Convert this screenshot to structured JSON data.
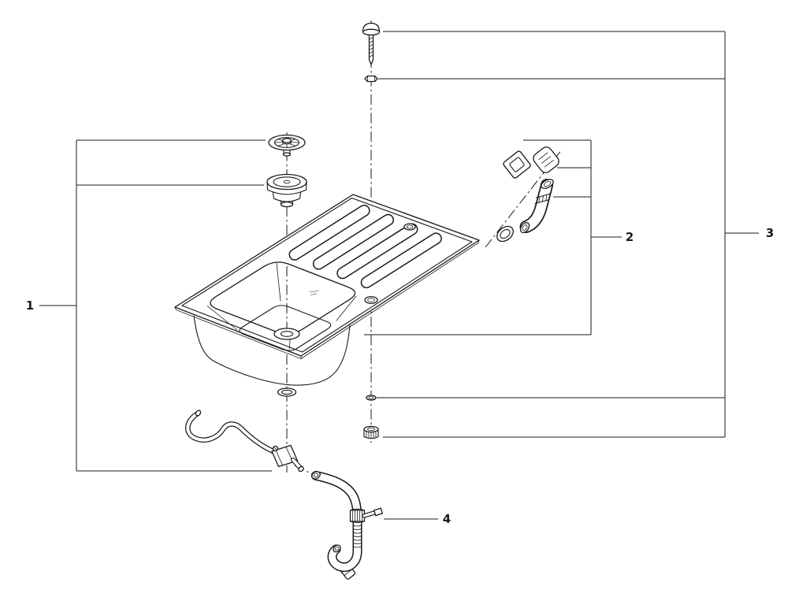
{
  "diagram": {
    "type": "exploded-parts-diagram",
    "subject": "kitchen-sink-with-drain-and-overflow-assembly",
    "background": "#ffffff",
    "line_color": "#1a1a1a",
    "callouts": [
      {
        "id": "callout-1",
        "label": "1"
      },
      {
        "id": "callout-2",
        "label": "2"
      },
      {
        "id": "callout-3",
        "label": "3"
      },
      {
        "id": "callout-4",
        "label": "4"
      }
    ]
  }
}
